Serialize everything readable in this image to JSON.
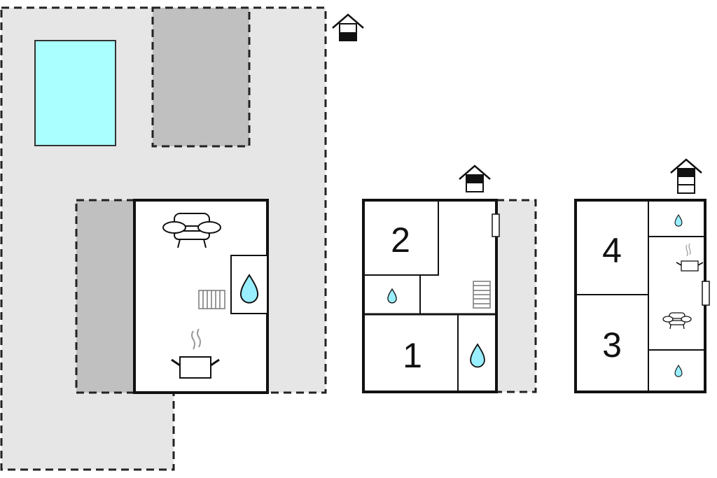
{
  "diagram": {
    "type": "floor-plan",
    "colors": {
      "background": "#ffffff",
      "plot": "#e6e6e6",
      "covered_area": "#c0c0c0",
      "pool": "#aaffff",
      "water": "#99eeff",
      "wall": "#111111",
      "room": "#ffffff"
    },
    "site_plan": {
      "level_indicator": {
        "icon": "house-level-icon",
        "filled_level": "ground"
      },
      "features": [
        {
          "name": "plot",
          "kind": "outdoor-area"
        },
        {
          "name": "pool",
          "kind": "swimming-pool"
        },
        {
          "name": "terrace-top",
          "kind": "covered-area"
        },
        {
          "name": "terrace-left",
          "kind": "covered-area"
        },
        {
          "name": "house-ground",
          "kind": "building"
        }
      ],
      "icons": [
        "sofa-icon",
        "water-drop-icon",
        "radiator-icon",
        "cooking-pot-icon"
      ]
    },
    "floors": [
      {
        "id": "floor-1",
        "level_indicator": {
          "icon": "house-level-icon",
          "filled_level": "first"
        },
        "rooms": [
          {
            "label": "2",
            "kind": "bedroom"
          },
          {
            "label": "1",
            "kind": "bedroom"
          },
          {
            "label": "",
            "kind": "bathroom-small"
          },
          {
            "label": "",
            "kind": "bathroom"
          },
          {
            "label": "",
            "kind": "hallway"
          }
        ],
        "icons": [
          "water-drop-icon",
          "water-drop-icon",
          "radiator-icon",
          "door-icon"
        ],
        "balcony": true
      },
      {
        "id": "floor-2",
        "level_indicator": {
          "icon": "house-level-icon",
          "filled_level": "top"
        },
        "rooms": [
          {
            "label": "4",
            "kind": "bedroom"
          },
          {
            "label": "3",
            "kind": "bedroom"
          },
          {
            "label": "",
            "kind": "bathroom-top"
          },
          {
            "label": "",
            "kind": "kitchen-living"
          },
          {
            "label": "",
            "kind": "bathroom-bottom"
          }
        ],
        "icons": [
          "water-drop-icon",
          "cooking-pot-icon",
          "door-icon",
          "sofa-icon",
          "water-drop-icon"
        ]
      }
    ],
    "room_labels": [
      "2",
      "1",
      "4",
      "3"
    ]
  }
}
